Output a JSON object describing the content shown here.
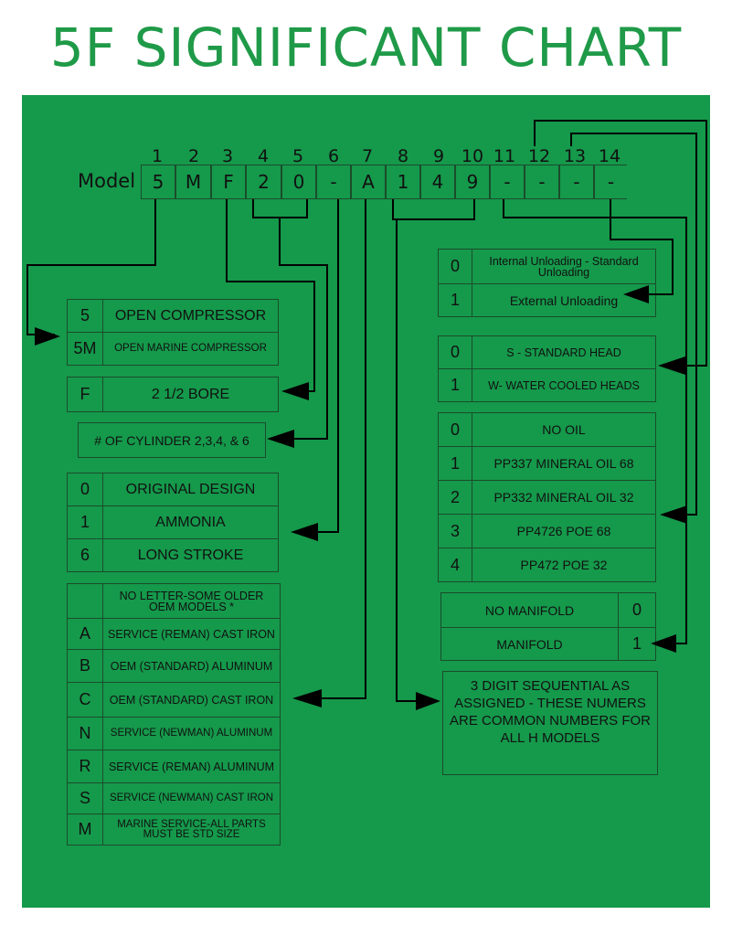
{
  "title": "5F SIGNIFICANT CHART",
  "model_label": "Model",
  "positions": [
    "1",
    "2",
    "3",
    "4",
    "5",
    "6",
    "7",
    "8",
    "9",
    "10",
    "11",
    "12",
    "13",
    "14"
  ],
  "model_chars": [
    "5",
    "M",
    "F",
    "2",
    "0",
    "-",
    "A",
    "1",
    "4",
    "9",
    "-",
    "-",
    "-",
    "-"
  ],
  "compressor_type": [
    {
      "code": "5",
      "desc": "OPEN COMPRESSOR"
    },
    {
      "code": "5M",
      "desc": "OPEN MARINE COMPRESSOR"
    }
  ],
  "bore": {
    "code": "F",
    "desc": "2 1/2 BORE"
  },
  "cylinders": "# OF CYLINDER 2,3,4, & 6",
  "design": [
    {
      "code": "0",
      "desc": "ORIGINAL DESIGN"
    },
    {
      "code": "1",
      "desc": "AMMONIA"
    },
    {
      "code": "6",
      "desc": "LONG STROKE"
    }
  ],
  "service_letters": [
    {
      "code": "",
      "desc": "NO LETTER-SOME OLDER OEM MODELS *"
    },
    {
      "code": "A",
      "desc": "SERVICE (REMAN) CAST IRON"
    },
    {
      "code": "B",
      "desc": "OEM (STANDARD) ALUMINUM"
    },
    {
      "code": "C",
      "desc": "OEM (STANDARD) CAST IRON"
    },
    {
      "code": "N",
      "desc": "SERVICE (NEWMAN) ALUMINUM"
    },
    {
      "code": "R",
      "desc": "SERVICE (REMAN)  ALUMINUM"
    },
    {
      "code": "S",
      "desc": "SERVICE (NEWMAN) CAST IRON"
    },
    {
      "code": "M",
      "desc": "MARINE SERVICE-ALL PARTS MUST BE STD SIZE"
    }
  ],
  "unloading": [
    {
      "code": "0",
      "desc": "Internal Unloading - Standard Unloading"
    },
    {
      "code": "1",
      "desc": "External Unloading"
    }
  ],
  "heads": [
    {
      "code": "0",
      "desc": "S - STANDARD HEAD"
    },
    {
      "code": "1",
      "desc": "W- WATER COOLED HEADS"
    }
  ],
  "oil": [
    {
      "code": "0",
      "desc": "NO OIL"
    },
    {
      "code": "1",
      "desc": "PP337 MINERAL OIL 68"
    },
    {
      "code": "2",
      "desc": "PP332 MINERAL OIL 32"
    },
    {
      "code": "3",
      "desc": "PP4726 POE 68"
    },
    {
      "code": "4",
      "desc": "PP472 POE 32"
    }
  ],
  "manifold": [
    {
      "desc": "NO MANIFOLD",
      "code": "0"
    },
    {
      "desc": "MANIFOLD",
      "code": "1"
    }
  ],
  "sequential": "3 DIGIT SEQUENTIAL AS ASSIGNED - THESE NUMERS ARE COMMON NUMBERS FOR ALL H MODELS",
  "colors": {
    "panel": "#15994b",
    "title": "#1f9a48",
    "line": "#000000"
  }
}
